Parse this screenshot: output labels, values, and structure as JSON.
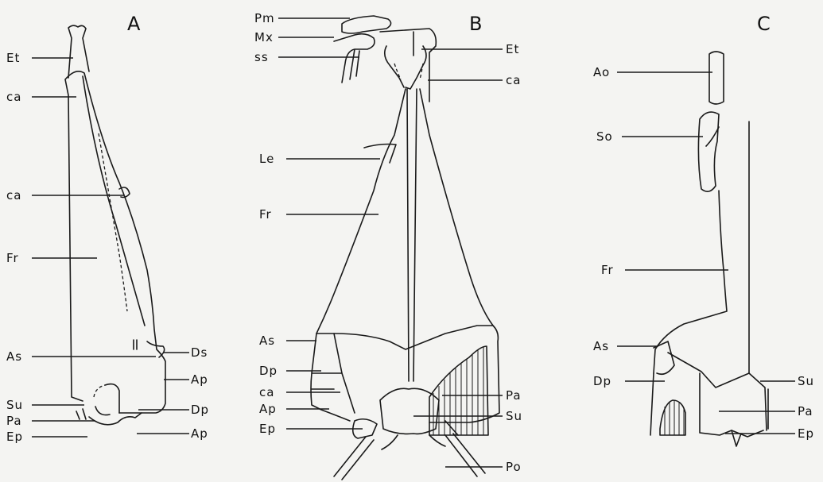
{
  "panels": {
    "a": "A",
    "b": "B",
    "c": "C"
  },
  "labels": {
    "a_et": "Et",
    "a_ca1": "ca",
    "a_ca2": "ca",
    "a_fr": "Fr",
    "a_as": "As",
    "a_ds": "Ds",
    "a_ap1": "Ap",
    "a_su": "Su",
    "a_dp": "Dp",
    "a_pa": "Pa",
    "a_ep": "Ep",
    "a_ap2": "Ap",
    "b_pm": "Pm",
    "b_mx": "Mx",
    "b_ss": "ss",
    "b_et": "Et",
    "b_ca1": "ca",
    "b_le": "Le",
    "b_fr": "Fr",
    "b_as": "As",
    "b_dp": "Dp",
    "b_ca2": "ca",
    "b_ap": "Ap",
    "b_ep": "Ep",
    "b_pa": "Pa",
    "b_su": "Su",
    "b_po": "Po",
    "c_ao": "Ao",
    "c_so": "So",
    "c_fr": "Fr",
    "c_as": "As",
    "c_dp": "Dp",
    "c_su": "Su",
    "c_pa": "Pa",
    "c_ep": "Ep"
  }
}
